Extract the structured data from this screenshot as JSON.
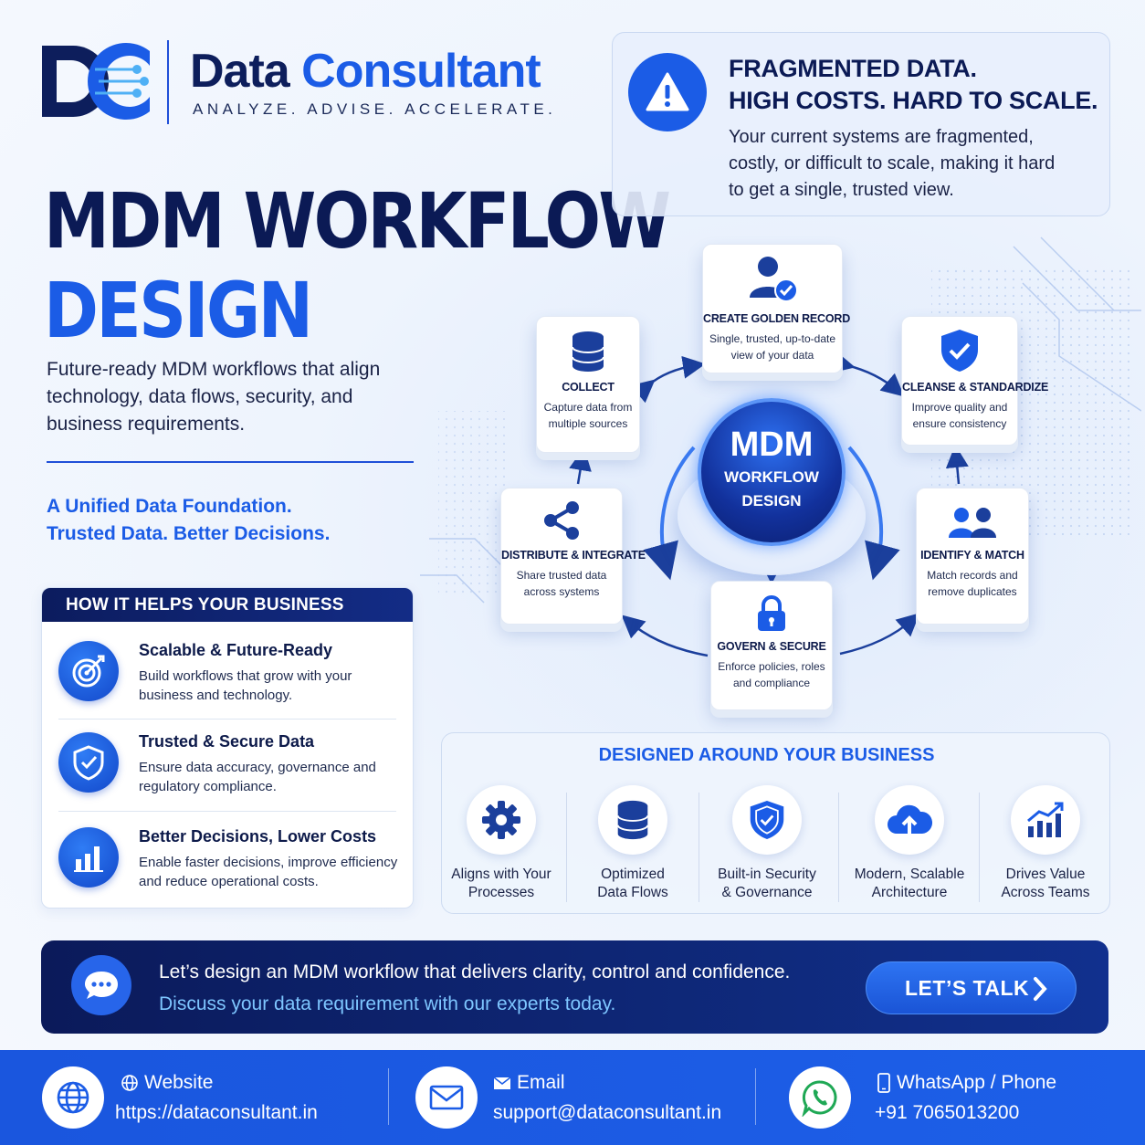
{
  "brand": {
    "name_part1": "Data",
    "name_part2": "Consultant",
    "tagline": "ANALYZE. ADVISE. ACCELERATE.",
    "primary_color": "#1b5ce6",
    "navy_color": "#0b1a55"
  },
  "hero": {
    "title_line1": "MDM WORKFLOW",
    "title_line2": "DESIGN",
    "intro": "Future-ready MDM workflows that align technology, data flows, security, and business requirements.",
    "tagline_line1": "A Unified Data Foundation.",
    "tagline_line2": "Trusted Data. Better Decisions."
  },
  "helps": {
    "heading": "HOW IT HELPS YOUR BUSINESS",
    "items": [
      {
        "title": "Scalable & Future-Ready",
        "desc": "Build workflows that grow with your business and technology.",
        "icon": "target-icon"
      },
      {
        "title": "Trusted & Secure Data",
        "desc": "Ensure data accuracy, governance and regulatory compliance.",
        "icon": "shield-check-icon"
      },
      {
        "title": "Better Decisions, Lower Costs",
        "desc": "Enable faster decisions, improve efficiency and reduce operational costs.",
        "icon": "bar-chart-icon"
      }
    ]
  },
  "problem": {
    "heading_line1": "FRAGMENTED DATA.",
    "heading_line2": "HIGH COSTS. HARD TO SCALE.",
    "text": "Your current systems are fragmented, costly, or difficult to scale, making it hard to get a single, trusted view."
  },
  "workflow": {
    "hub_line1": "MDM",
    "hub_line2": "WORKFLOW",
    "hub_line3": "DESIGN",
    "steps": [
      {
        "title": "CREATE GOLDEN RECORD",
        "desc": "Single, trusted, up-to-date view of your data",
        "icon": "user-check-icon"
      },
      {
        "title": "CLEANSE & STANDARDIZE",
        "desc": "Improve quality and ensure consistency",
        "icon": "shield-check-icon"
      },
      {
        "title": "IDENTIFY & MATCH",
        "desc": "Match records and remove duplicates",
        "icon": "users-icon"
      },
      {
        "title": "GOVERN & SECURE",
        "desc": "Enforce policies, roles and compliance",
        "icon": "lock-icon"
      },
      {
        "title": "DISTRIBUTE & INTEGRATE",
        "desc": "Share trusted data across systems",
        "icon": "share-icon"
      },
      {
        "title": "COLLECT",
        "desc": "Capture data from multiple sources",
        "icon": "database-icon"
      }
    ]
  },
  "designed": {
    "heading": "DESIGNED AROUND YOUR BUSINESS",
    "features": [
      {
        "line1": "Aligns with Your",
        "line2": "Processes",
        "icon": "gear-icon"
      },
      {
        "line1": "Optimized",
        "line2": "Data Flows",
        "icon": "database-icon"
      },
      {
        "line1": "Built-in Security",
        "line2": "& Governance",
        "icon": "shield-check-icon"
      },
      {
        "line1": "Modern, Scalable",
        "line2": "Architecture",
        "icon": "cloud-upload-icon"
      },
      {
        "line1": "Drives Value",
        "line2": "Across Teams",
        "icon": "growth-chart-icon"
      }
    ]
  },
  "cta": {
    "line1": "Let’s design an MDM workflow that delivers clarity, control and confidence.",
    "line2": "Discuss your data requirement with our experts today.",
    "button": "LET’S TALK"
  },
  "footer": {
    "website_label": "Website",
    "website_value": "https://dataconsultant.in",
    "email_label": "Email",
    "email_value": "support@dataconsultant.in",
    "phone_label": "WhatsApp / Phone",
    "phone_value": "+91 7065013200"
  }
}
